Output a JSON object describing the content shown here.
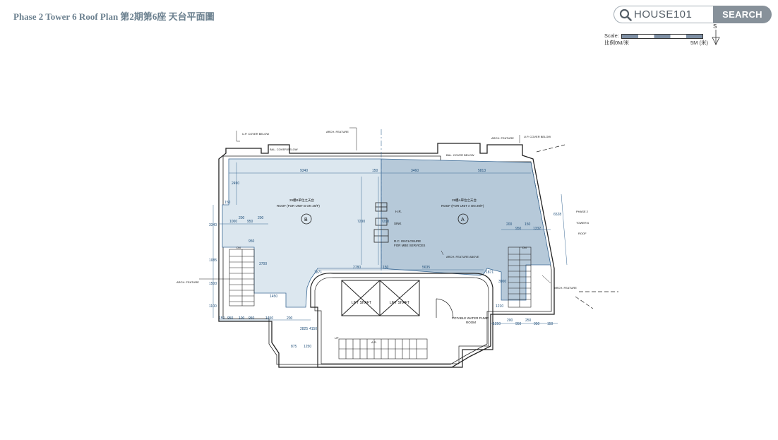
{
  "header": {
    "title": "Phase 2 Tower 6 Roof Plan  第2期第6座 天台平面圖"
  },
  "search": {
    "query": "HOUSE101",
    "button_label": "SEARCH",
    "icon": "search-icon"
  },
  "scale_legend": {
    "label": "Scale:",
    "start": "比例0M/米",
    "end": "5M (米)",
    "north_letter": "S"
  },
  "plan": {
    "unit_b": {
      "label_cn": "29樓B單位之天台",
      "label_en": "ROOF (FOR UNIT B ON 29/F)",
      "mark": "B"
    },
    "unit_a": {
      "label_cn": "29樓A單位之天台",
      "label_en": "ROOF (FOR UNIT A ON 29/F)",
      "mark": "A"
    },
    "labels": {
      "up_cover_left": "U.P. COVER BELOW",
      "up_cover_right": "U.P. COVER BELOW",
      "bal_cover_left": "BAL. COVER BELOW",
      "bal_cover_right": "BAL. COVER BELOW",
      "arch_feature_top": "ARCH. FEATURE",
      "arch_feature_right_top": "ARCH. FEATURE",
      "arch_feature_left": "ARCH. FEATURE",
      "arch_feature_above": "ARCH. FEATURE ABOVE",
      "arch_feature_right": "ARCH. FEATURE",
      "hr": "H.R.",
      "sink": "SINK",
      "rc_enclosure": "R.C. ENCLOSURE",
      "mbe": "FOR MBE SERVICES",
      "lift_shaft_1": "LIFT SHAFT",
      "lift_shaft_2": "LIFT SHAFT",
      "pump_room_1": "POTABLE WATER PUMP",
      "pump_room_2": "ROOM",
      "up": "UP",
      "dn_left": "DN",
      "dn_right": "DN",
      "phase_tower_1": "PHASE 2",
      "phase_tower_2": "TOWER 6",
      "phase_tower_3": "ROOF",
      "ar": "A.R."
    },
    "dims": {
      "d9340": "9340",
      "d150a": "150",
      "d3460": "3460",
      "d5813": "5813",
      "d2490": "2490",
      "d7290a": "7290",
      "d7290b": "7290",
      "d3340": "3340",
      "d150b": "150",
      "d1000": "1000",
      "d200a": "200",
      "d950a": "950",
      "d200b": "200",
      "d2780": "2780",
      "d150c": "150",
      "d5635": "5635",
      "d1450a": "1450",
      "d1450b": "1450",
      "d950b": "950",
      "d950c": "950",
      "d3700": "3700",
      "d1085": "1085",
      "d1500": "1500",
      "d1100": "1100",
      "d2825": "2825",
      "d4150": "4150",
      "d875": "875",
      "d1250a": "1250",
      "d200c": "200",
      "d3900": "3900",
      "d1210": "1210",
      "d1250b": "1250",
      "d250": "250",
      "d950d": "950",
      "d950e": "950",
      "d150d": "150",
      "d200d": "200",
      "d1332": "1332",
      "d6528": "6528",
      "d1871a": "1871",
      "d1871b": "1871",
      "d200e": "200",
      "d950f": "950",
      "d150e": "150",
      "d150f": "150",
      "d100": "100",
      "d950g": "950"
    }
  },
  "colors": {
    "title": "#6a7f8e",
    "unit_a_fill": "#b6c9d9",
    "unit_b_fill": "#dce7ef",
    "dim_line": "#3c6a95",
    "search_button": "#87919a"
  }
}
